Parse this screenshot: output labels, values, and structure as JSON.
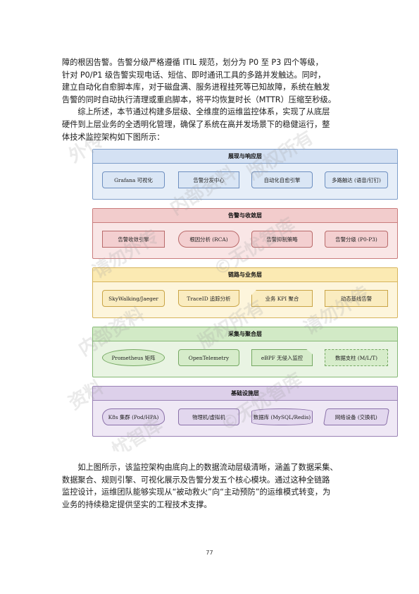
{
  "paragraph_top": [
    "障的根因告警。告警分级严格遵循 ITIL 规范，划分为 P0 至 P3 四个等级，",
    "针对 P0/P1 级告警实现电话、短信、即时通讯工具的多路并发触达。同时，",
    "建立自动化自愈脚本库，对于磁盘满、服务进程挂死等已知故障，系统在触发",
    "告警的同时自动执行清理或重启脚本，将平均恢复时长（MTTR）压缩至秒级。",
    "　　综上所述，本节通过构建多层级、全维度的运维监控体系，实现了从底层",
    "硬件到上层业务的全透明化管理，确保了系统在高并发场景下的稳健运行，整",
    "体技术监控架构如下图所示："
  ],
  "diagram": {
    "layers": [
      {
        "title": "展现与响应层",
        "modules": [
          "Grafana 可视化",
          "告警分发中心",
          "自动化自愈引擎",
          "多路触达 (语音/钉钉)"
        ]
      },
      {
        "title": "告警与收敛层",
        "modules": [
          "告警收敛引擎",
          "根因分析 (RCA)",
          "告警抑制策略",
          "告警分级 (P0-P3)"
        ]
      },
      {
        "title": "链路与业务层",
        "modules": [
          "SkyWalking/Jaeger",
          "TraceID 追踪分析",
          "业务 KPI 聚合",
          "动态基线告警"
        ]
      },
      {
        "title": "采集与聚合层",
        "modules": [
          "Prometheus 矩阵",
          "OpenTelemetry",
          "eBPF 无侵入监控",
          "数据支柱 (M/L/T)"
        ]
      },
      {
        "title": "基础设施层",
        "modules": [
          "K8s 集群 (Pod/HPA)",
          "物理机/虚拟机",
          "数据库 (MySQL/Redis)",
          "网络设备 (交换机)"
        ]
      }
    ]
  },
  "watermark_text": [
    "外传",
    "内部资料",
    "版权所有",
    "请勿外传",
    "©无忧智库",
    "内部资料",
    "版权所有",
    "请勿外传",
    "©无忧智库",
    "资料",
    "忧智库"
  ],
  "paragraph_bottom": [
    "　　如上图所示，该监控架构由底向上的数据流动层级清晰，涵盖了数据采集、",
    "数据聚合、规则引擎、可视化展示及告警分发五个核心模块。通过这种全链路",
    "监控设计，运维团队能够实现从“被动救火”向“主动预防”的运维模式转变，为",
    "业务的持续稳定提供坚实的工程技术支撑。"
  ],
  "page_number": "77"
}
